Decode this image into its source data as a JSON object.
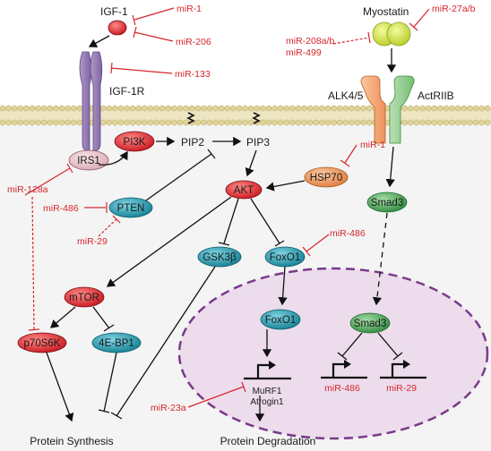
{
  "ligands": {
    "igf1": "IGF-1",
    "myostatin": "Myostatin"
  },
  "receptors": {
    "igf1r": "IGF-1R",
    "alk": "ALK4/5",
    "actriib": "ActRIIB"
  },
  "nodes": {
    "irs1": "IRS1",
    "pi3k": "PI3K",
    "pip2": "PIP2",
    "pip3": "PIP3",
    "pten": "PTEN",
    "akt": "AKT",
    "hsp70": "HSP70",
    "smad3": "Smad3",
    "gsk3b": "GSK3β",
    "foxo1": "FoxO1",
    "mtor": "mTOR",
    "p70s6k": "p70S6K",
    "ebp1": "4E-BP1",
    "foxo1_nuc": "FoxO1",
    "smad3_nuc": "Smad3"
  },
  "genes": {
    "murf1": "MuRF1",
    "atrogin1": "Atrogin1",
    "mir486_gene": "miR-486",
    "mir29_gene": "miR-29"
  },
  "mirnas": {
    "mir1_igf": "miR-1",
    "mir206": "miR-206",
    "mir133": "miR-133",
    "mir27ab": "miR-27a/b",
    "mir208ab": "miR-208a/b",
    "mir499": "miR-499",
    "mir1_hsp": "miR-1",
    "mir128a": "miR-128a",
    "mir486_pten": "miR-486",
    "mir29_pten": "miR-29",
    "mir486_foxo": "miR-486",
    "mir23a": "miR-23a"
  },
  "outcomes": {
    "synthesis": "Protein Synthesis",
    "degradation": "Protein Degradation"
  },
  "colors": {
    "red_node": "#d7262b",
    "teal_node": "#1a8fa3",
    "green_node": "#3a9a4a",
    "orange_node": "#f0945b",
    "mirna": "#d7262b",
    "nucleus_fill": "#ecdcec",
    "nucleus_border": "#7a3a8a",
    "membrane": "#e6dcae"
  }
}
